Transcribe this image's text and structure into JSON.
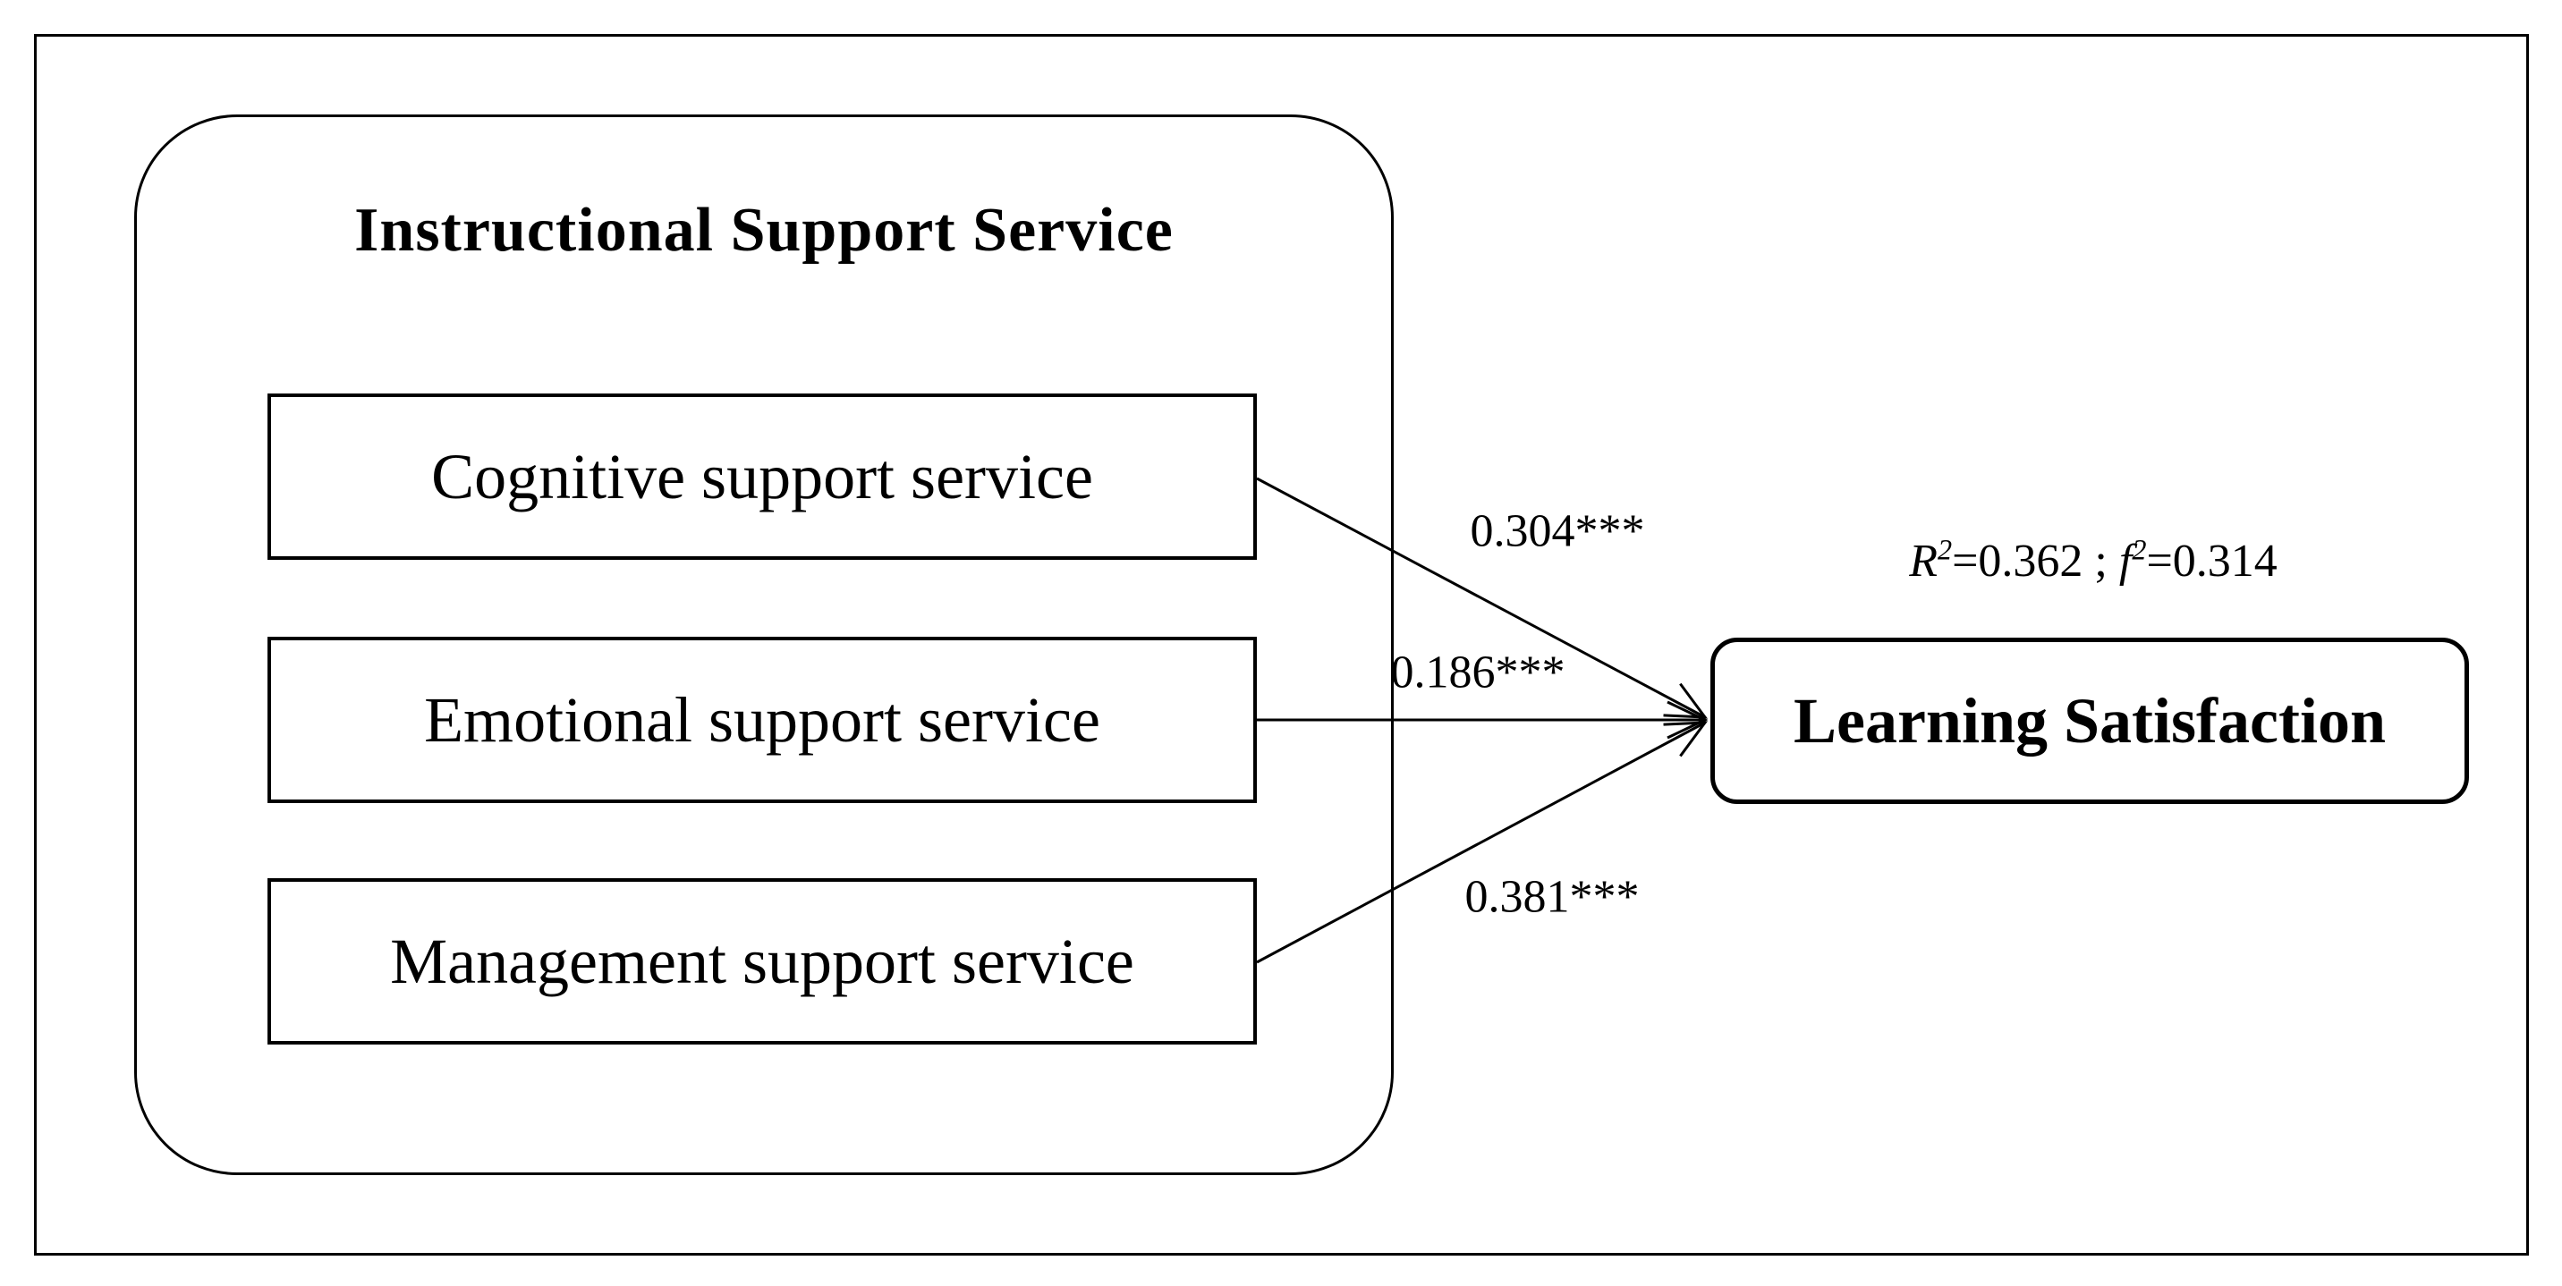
{
  "figure": {
    "group": {
      "title": "Instructional Support Service"
    },
    "predictors": [
      {
        "id": "cognitive",
        "label": "Cognitive support service"
      },
      {
        "id": "emotional",
        "label": "Emotional support service"
      },
      {
        "id": "management",
        "label": "Management support service"
      }
    ],
    "outcome": {
      "label": "Learning Satisfaction"
    },
    "paths": [
      {
        "from": "Cognitive support service",
        "to": "Learning Satisfaction",
        "coefficient": "0.304***"
      },
      {
        "from": "Emotional support service",
        "to": "Learning Satisfaction",
        "coefficient": "0.186***"
      },
      {
        "from": "Management support service",
        "to": "Learning Satisfaction",
        "coefficient": "0.381***"
      }
    ],
    "stats": {
      "r_symbol": "R",
      "r_sup": "2",
      "r_value": "=0.362",
      "separator": " ; ",
      "f_symbol": "f",
      "f_sup": "2",
      "f_value": "=0.314"
    },
    "colors": {
      "line": "#000000",
      "background": "#ffffff"
    }
  }
}
